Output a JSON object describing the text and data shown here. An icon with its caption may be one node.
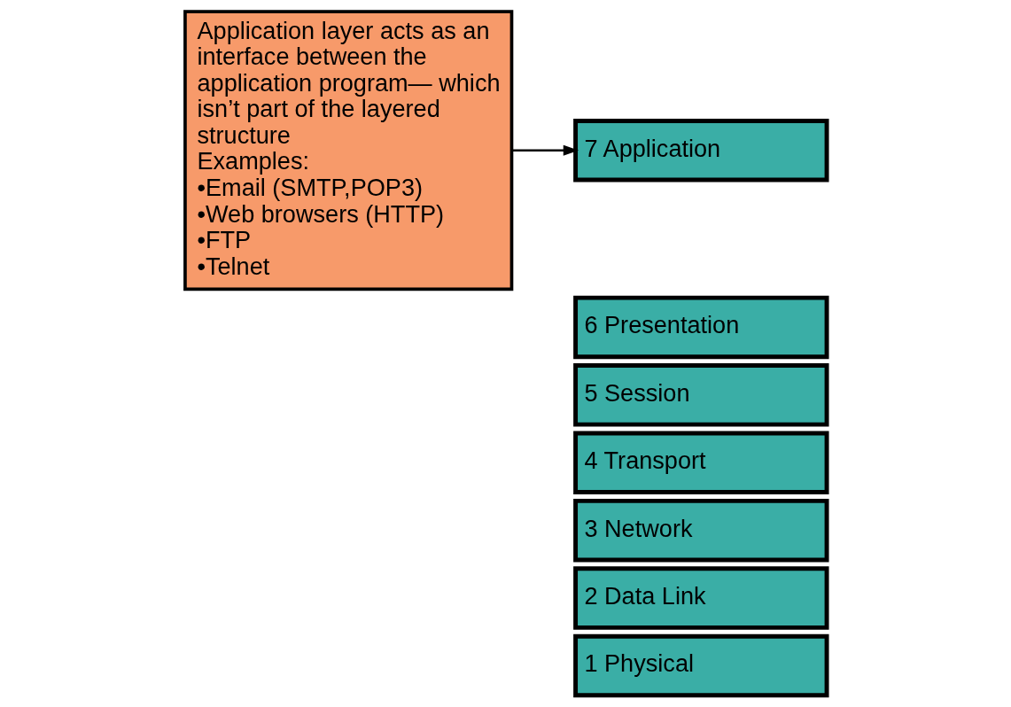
{
  "diagram": {
    "nodes": [
      {
        "text": [
          "7 Application"
        ]
      },
      {
        "text": [
          "6 Presentation"
        ]
      },
      {
        "text": [
          "5 Session"
        ]
      },
      {
        "text": [
          "4 Transport"
        ]
      },
      {
        "text": [
          "3 Network"
        ]
      },
      {
        "text": [
          "2 Data Link"
        ]
      },
      {
        "text": [
          "1 Physical"
        ]
      },
      {
        "text": [
          "Application layer acts as an interface between the application program— which isn’t part of the layered structure",
          "Examples:",
          "•Email (SMTP,POP3)",
          "•Web browsers (HTTP)",
          "•FTP",
          "•Telnet"
        ]
      }
    ],
    "edges": [
      {
        "from": 7,
        "to": 0,
        "arrow": "to"
      }
    ]
  }
}
